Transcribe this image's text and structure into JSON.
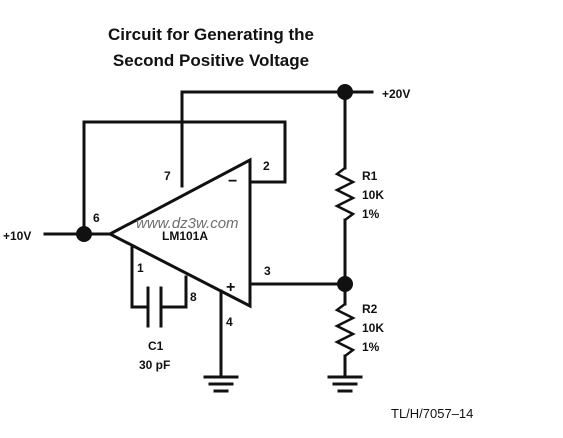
{
  "title": {
    "line1": "Circuit for Generating the",
    "line2": "Second Positive Voltage"
  },
  "labels": {
    "supply_top": "+20V",
    "supply_left": "+10V",
    "opamp": "LM101A",
    "minus": "−",
    "plus": "+",
    "r1_name": "R1",
    "r1_value": "10K",
    "r1_tol": "1%",
    "r2_name": "R2",
    "r2_value": "10K",
    "r2_tol": "1%",
    "c1_name": "C1",
    "c1_value": "30 pF",
    "reference": "TL/H/7057–14",
    "watermark": "www.dz3w.com"
  },
  "pins": {
    "p1": "1",
    "p2": "2",
    "p3": "3",
    "p4": "4",
    "p6": "6",
    "p7": "7",
    "p8": "8"
  }
}
